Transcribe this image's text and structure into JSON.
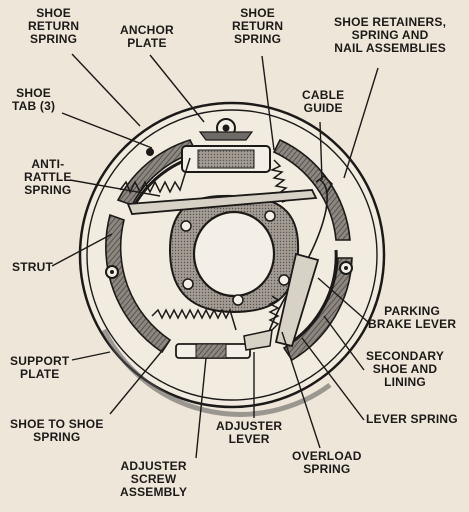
{
  "labels": {
    "shoe_return_spring_left": "SHOE\nRETURN\nSPRING",
    "anchor_plate": "ANCHOR\nPLATE",
    "shoe_return_spring_right": "SHOE\nRETURN\nSPRING",
    "shoe_retainers": "SHOE RETAINERS,\nSPRING AND\nNAIL ASSEMBLIES",
    "shoe_tab": "SHOE\nTAB (3)",
    "cable_guide": "CABLE\nGUIDE",
    "anti_rattle_spring": "ANTI-\nRATTLE\nSPRING",
    "strut": "STRUT",
    "parking_brake_lever": "PARKING\nBRAKE LEVER",
    "secondary_shoe": "SECONDARY\nSHOE AND\nLINING",
    "support_plate": "SUPPORT\nPLATE",
    "lever_spring": "LEVER SPRING",
    "shoe_to_shoe_spring": "SHOE TO SHOE\nSPRING",
    "adjuster_lever": "ADJUSTER\nLEVER",
    "overload_spring": "OVERLOAD\nSPRING",
    "adjuster_screw_assembly": "ADJUSTER\nSCREW\nASSEMBLY"
  },
  "colors": {
    "ink": "#1c1a18",
    "paper": "#eee6d8",
    "shade": "#6e6a66",
    "light_shade": "#b7b0a6"
  }
}
